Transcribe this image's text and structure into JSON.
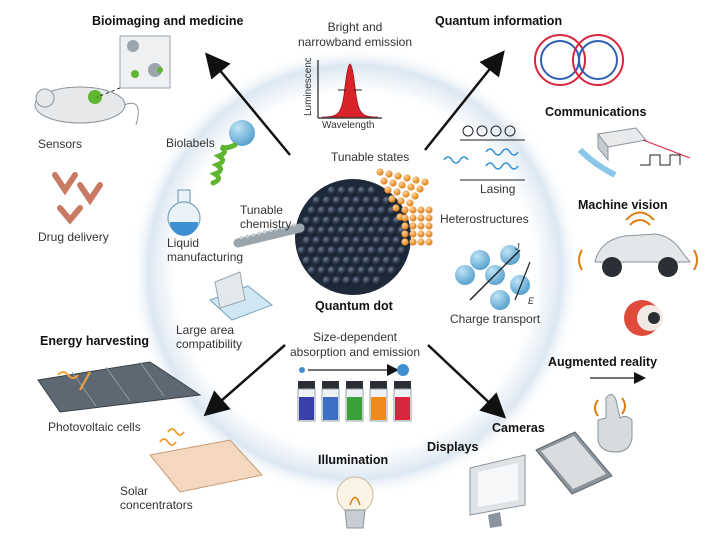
{
  "center": {
    "quantum_dot": "Quantum dot",
    "bright_emission": [
      "Bright and",
      "narrowband emission"
    ],
    "luminescence_axis": "Luminescence",
    "wavelength_axis": "Wavelength",
    "tunable_states": "Tunable states",
    "tunable_chemistry": [
      "Tunable",
      "chemistry"
    ],
    "biolabels": "Biolabels",
    "liquid_manufacturing": [
      "Liquid",
      "manufacturing"
    ],
    "large_area": [
      "Large area",
      "compatibility"
    ],
    "size_dependent": [
      "Size-dependent",
      "absorption and emission"
    ],
    "lasing": "Lasing",
    "heterostructures": "Heterostructures",
    "charge_transport": "Charge transport",
    "j_label": "J",
    "e_label": "E",
    "vial_colors": [
      "#3b3fa8",
      "#3e6fc4",
      "#3aa03a",
      "#f08a1c",
      "#d7263d"
    ]
  },
  "applications": {
    "bioimaging": "Bioimaging and medicine",
    "sensors": "Sensors",
    "drug_delivery": "Drug delivery",
    "quantum_information": "Quantum  information",
    "communications": "Communications",
    "machine_vision": "Machine vision",
    "augmented_reality": "Augmented reality",
    "cameras": "Cameras",
    "displays": "Displays",
    "illumination": "Illumination",
    "energy_harvesting": "Energy harvesting",
    "photovoltaic_cells": "Photovoltaic cells",
    "solar_concentrators": [
      "Solar",
      "concentrators"
    ]
  }
}
